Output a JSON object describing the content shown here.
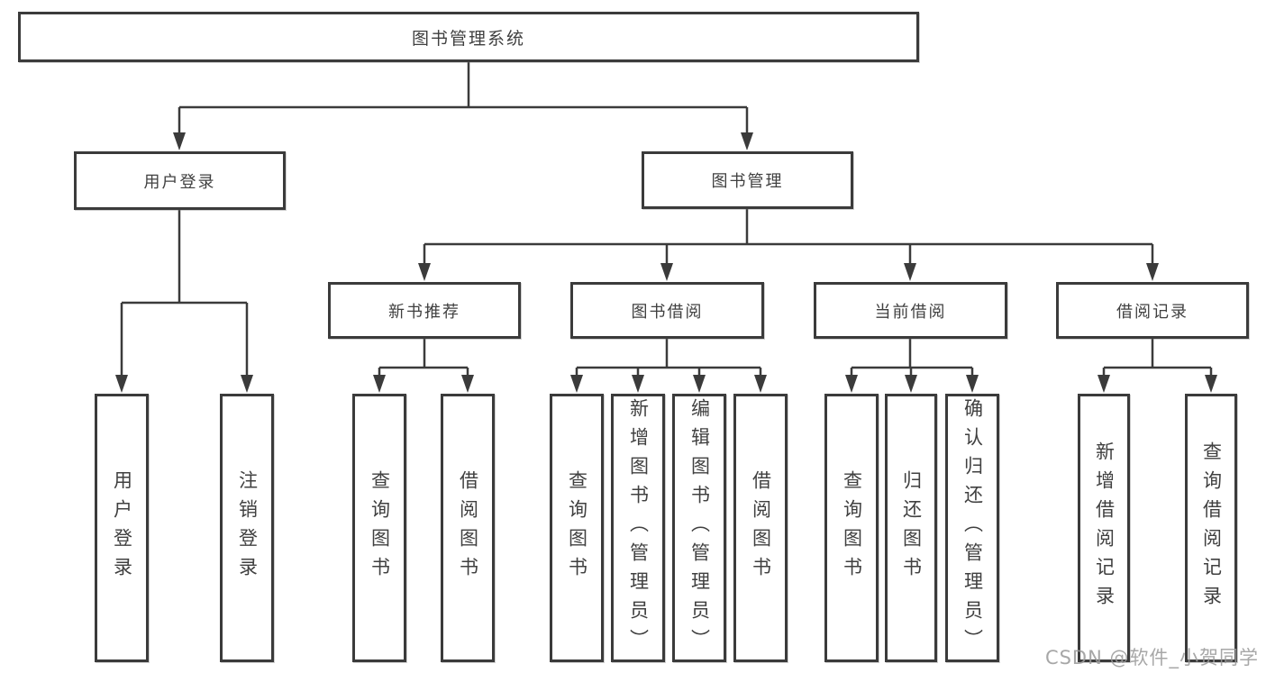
{
  "diagram": {
    "title": "图书管理系统",
    "user_login": {
      "label": "用户登录",
      "children": [
        {
          "label": "用户登录"
        },
        {
          "label": "注销登录"
        }
      ]
    },
    "book_mgmt": {
      "label": "图书管理",
      "sections": [
        {
          "label": "新书推荐",
          "children": [
            {
              "label": "查询图书"
            },
            {
              "label": "借阅图书"
            }
          ]
        },
        {
          "label": "图书借阅",
          "children": [
            {
              "label": "查询图书"
            },
            {
              "label": "新增图书（管理员）"
            },
            {
              "label": "编辑图书（管理员）"
            },
            {
              "label": "借阅图书"
            }
          ]
        },
        {
          "label": "当前借阅",
          "children": [
            {
              "label": "查询图书"
            },
            {
              "label": "归还图书"
            },
            {
              "label": "确认归还（管理员）"
            }
          ]
        },
        {
          "label": "借阅记录",
          "children": [
            {
              "label": "新增借阅记录"
            },
            {
              "label": "查询借阅记录"
            }
          ]
        }
      ]
    }
  },
  "watermark": "CSDN @软件_小贺同学",
  "colors": {
    "line": "#3b3b3b",
    "text": "#404040",
    "watermark": "#9b9b9b",
    "background": "#ffffff"
  }
}
